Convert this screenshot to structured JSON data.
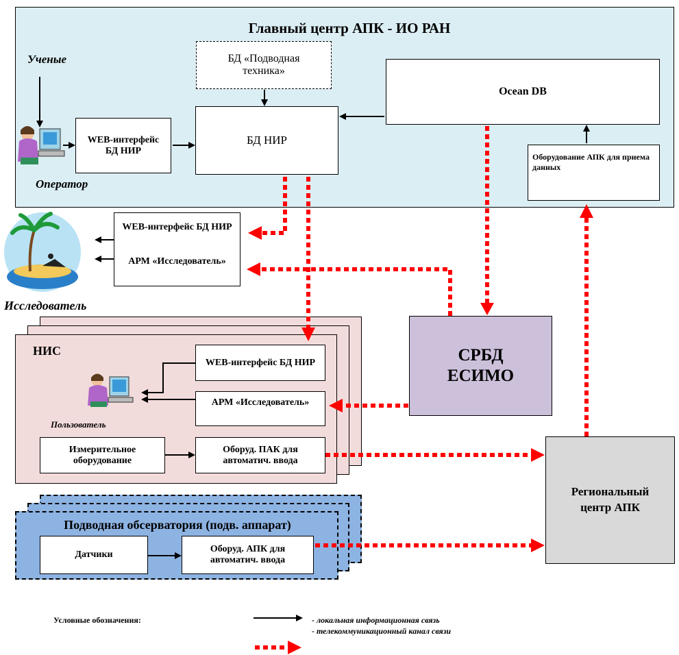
{
  "main_center": {
    "title": "Главный центр АПК - ИО РАН",
    "scientists_label": "Ученые",
    "operator_label": "Оператор",
    "web_interface": "WEB-интерфейс БД НИР",
    "db_underwater": "БД «Подводная техника»",
    "db_nir": "БД НИР",
    "ocean_db": "Ocean DB",
    "receiving_equipment": "Оборудование АПК для приема данных"
  },
  "researcher": {
    "web_interface": "WEB-интерфейс БД НИР",
    "workstation": "АРМ «Исследователь»",
    "label": "Исследователь"
  },
  "vessel": {
    "title": "НИС",
    "user_label": "Пользователь",
    "web_interface": "WEB-интерфейс БД НИР",
    "workstation": "АРМ «Исследователь»",
    "measuring_equipment": "Измерительное оборудование",
    "input_equipment": "Оборуд. ПАК для автоматич. ввода"
  },
  "esimo": {
    "label": "СРБД ЕСИМО"
  },
  "regional": {
    "label": "Региональный центр АПК"
  },
  "observatory": {
    "title": "Подводная обсерватория (подв. аппарат)",
    "sensors": "Датчики",
    "input_equipment": "Оборуд. АПК для автоматич. ввода"
  },
  "legend": {
    "title": "Условные обозначения:",
    "local_link": "- локальная информационная связь",
    "telecom_link": "- телекоммуникационный канал связи"
  },
  "colors": {
    "main_bg": "#dbeef3",
    "vessel_bg": "#f2dcdb",
    "esimo_bg": "#ccc0da",
    "regional_bg": "#d9d9d9",
    "observatory_bg": "#8db3e2",
    "telecom_red": "#ff0000"
  }
}
